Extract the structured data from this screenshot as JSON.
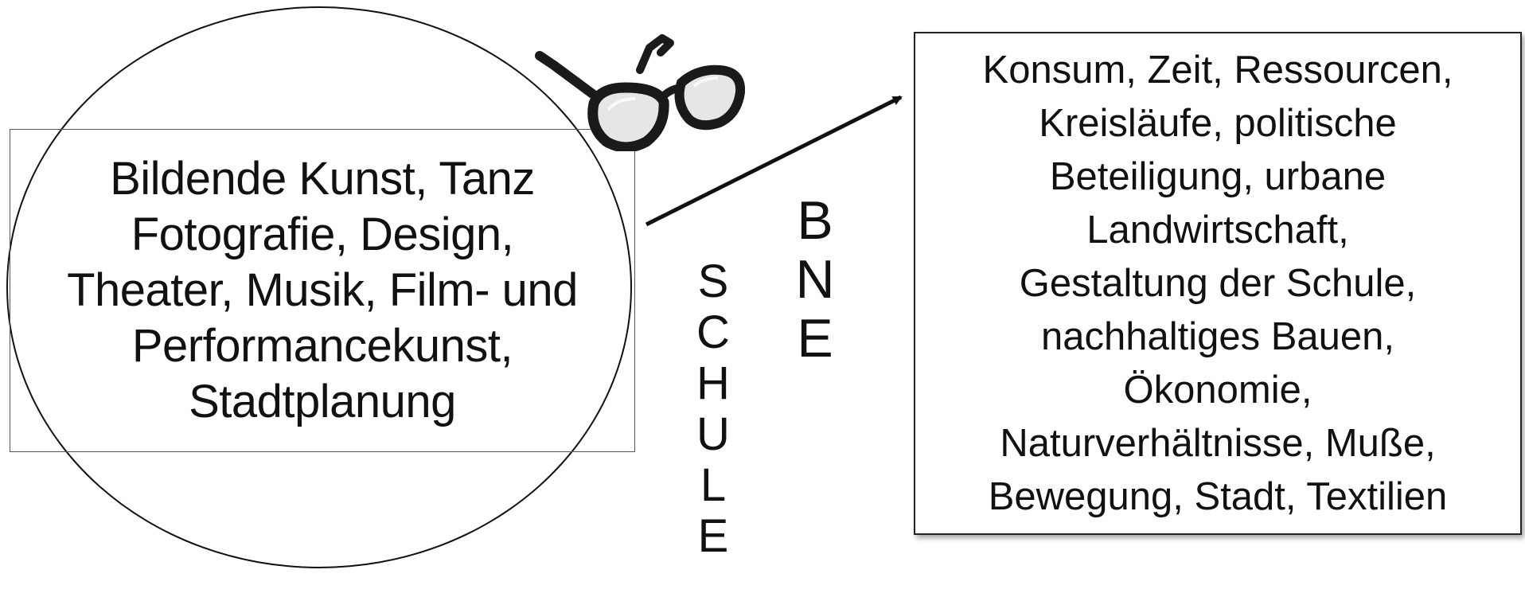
{
  "left_box": {
    "lines": [
      "Bildende Kunst, Tanz",
      "Fotografie, Design,",
      "Theater, Musik, Film- und",
      "Performancekunst,",
      "Stadtplanung"
    ]
  },
  "right_box": {
    "lines": [
      "Konsum, Zeit, Ressourcen,",
      "Kreisläufe, politische",
      "Beteiligung, urbane",
      "Landwirtschaft,",
      "Gestaltung der Schule,",
      "nachhaltiges Bauen,",
      "Ökonomie,",
      "Naturverhältnisse, Muße,",
      "Bewegung, Stadt, Textilien"
    ]
  },
  "vertical_labels": {
    "schule": [
      "S",
      "C",
      "H",
      "U",
      "L",
      "E"
    ],
    "bne": [
      "B",
      "N",
      "E"
    ]
  },
  "icons": {
    "glasses": "eyeglasses-icon"
  },
  "colors": {
    "stroke": "#111111",
    "text": "#111111",
    "glass_frame": "#1a1a1a",
    "lens": "#e6e6e6"
  }
}
